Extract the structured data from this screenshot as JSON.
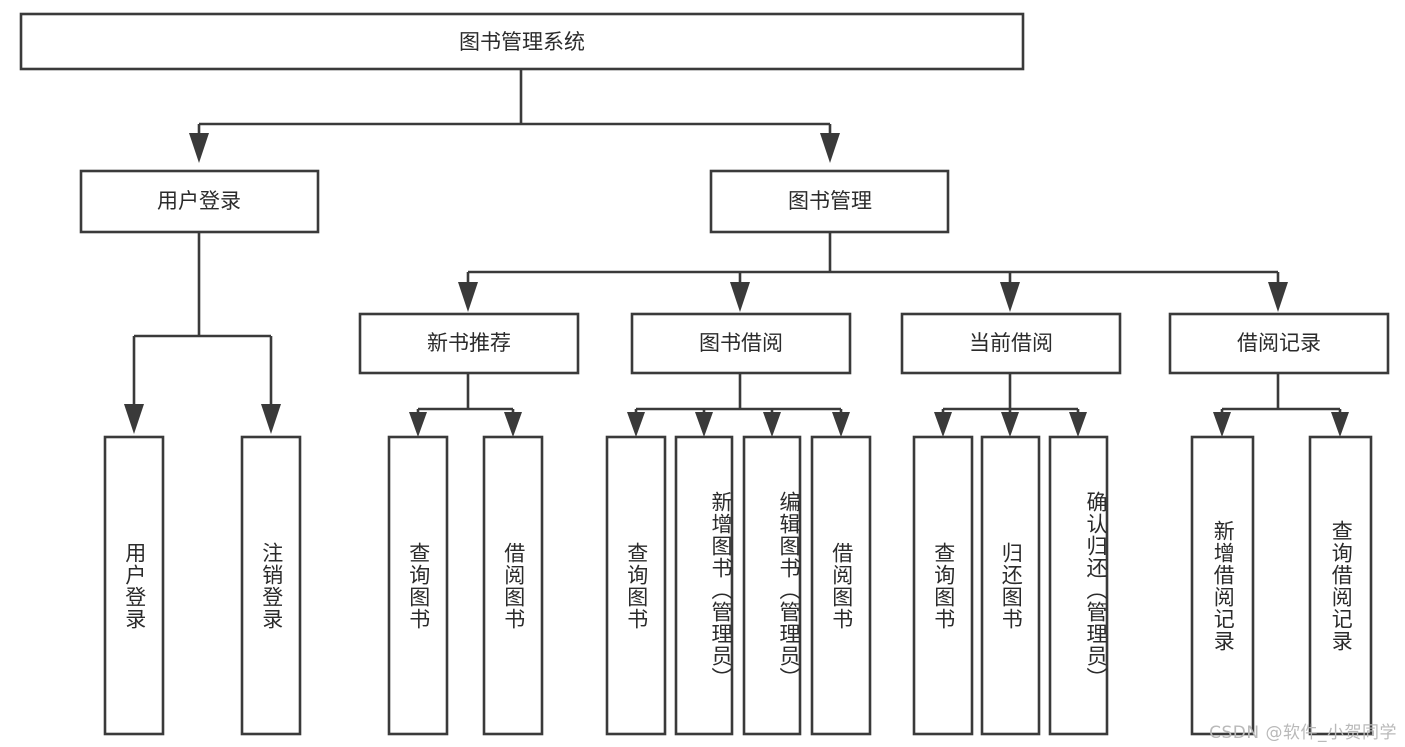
{
  "diagram": {
    "title": "图书管理系统",
    "type": "hierarchy-tree",
    "root": {
      "id": "root",
      "label": "图书管理系统",
      "level": 0
    },
    "level1": [
      {
        "id": "user-login",
        "label": "用户登录"
      },
      {
        "id": "book-management",
        "label": "图书管理"
      }
    ],
    "level2": [
      {
        "id": "new-book-recommend",
        "label": "新书推荐",
        "parent": "book-management"
      },
      {
        "id": "book-borrow",
        "label": "图书借阅",
        "parent": "book-management"
      },
      {
        "id": "current-borrow",
        "label": "当前借阅",
        "parent": "book-management"
      },
      {
        "id": "borrow-record",
        "label": "借阅记录",
        "parent": "book-management"
      }
    ],
    "leaves": {
      "user_login": [
        {
          "id": "leaf-user-login",
          "label": "用户登录"
        },
        {
          "id": "leaf-user-logout",
          "label": "注销登录"
        }
      ],
      "new_book_recommend": [
        {
          "id": "leaf-query-book-1",
          "label": "查询图书"
        },
        {
          "id": "leaf-borrow-book-1",
          "label": "借阅图书"
        }
      ],
      "book_borrow": [
        {
          "id": "leaf-query-book-2",
          "label": "查询图书"
        },
        {
          "id": "leaf-add-book",
          "label": "新增图书（管理员）"
        },
        {
          "id": "leaf-edit-book",
          "label": "编辑图书（管理员）"
        },
        {
          "id": "leaf-borrow-book-2",
          "label": "借阅图书"
        }
      ],
      "current_borrow": [
        {
          "id": "leaf-query-book-3",
          "label": "查询图书"
        },
        {
          "id": "leaf-return-book",
          "label": "归还图书"
        },
        {
          "id": "leaf-confirm-return",
          "label": "确认归还（管理员）"
        }
      ],
      "borrow_record": [
        {
          "id": "leaf-add-record",
          "label": "新增借阅记录"
        },
        {
          "id": "leaf-query-record",
          "label": "查询借阅记录"
        }
      ]
    },
    "colors": {
      "box_stroke": "#3a3a3a",
      "box_fill": "#ffffff",
      "text": "#2b2b2b",
      "background": "#ffffff",
      "watermark": "#b9b9b9"
    }
  },
  "watermark": {
    "text": "CSDN @软件_小贺同学"
  }
}
